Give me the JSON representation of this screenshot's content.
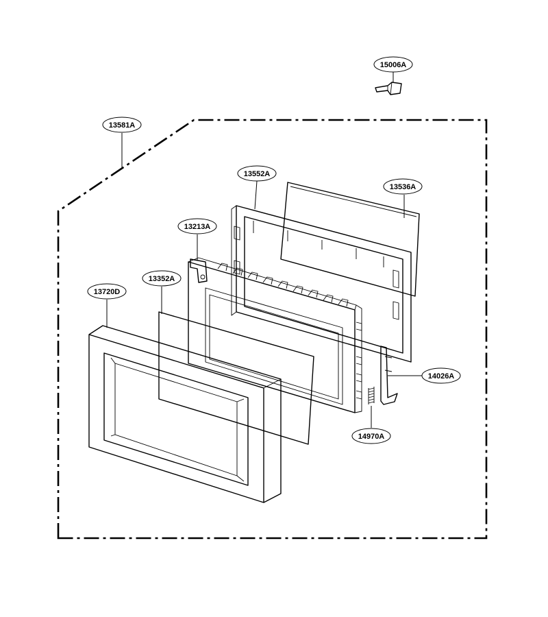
{
  "labels": {
    "part_15006A": "15006A",
    "part_13581A": "13581A",
    "part_13552A": "13552A",
    "part_13536A": "13536A",
    "part_13213A": "13213A",
    "part_13352A": "13352A",
    "part_13720D": "13720D",
    "part_14026A": "14026A",
    "part_14970A": "14970A"
  }
}
